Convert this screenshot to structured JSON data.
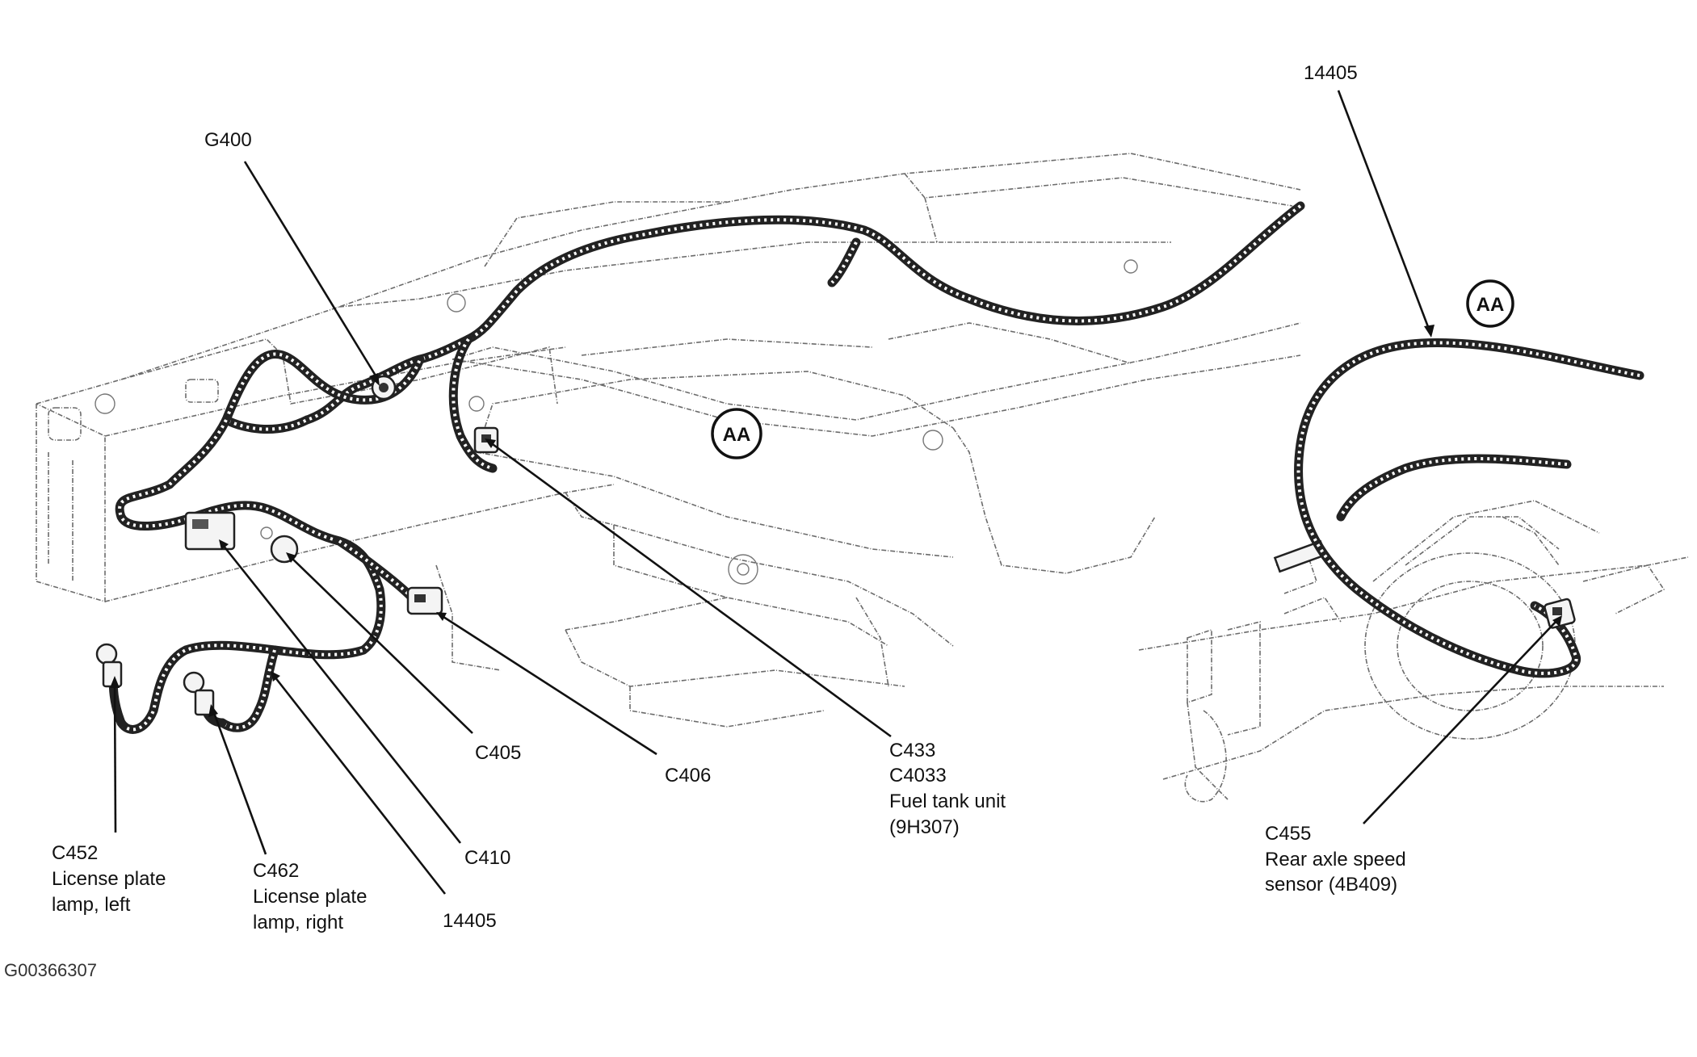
{
  "labels": {
    "g400": "G400",
    "c405": "C405",
    "c406": "C406",
    "c410": "C410",
    "c433": "C433",
    "c4033": "C4033",
    "fuel_tank_unit": "Fuel tank unit",
    "fuel_tank_part": "(9H307)",
    "c452": "C452",
    "c452_desc_1": "License plate",
    "c452_desc_2": "lamp, left",
    "c462": "C462",
    "c462_desc_1": "License plate",
    "c462_desc_2": "lamp, right",
    "harness_bottom": "14405",
    "harness_top": "14405",
    "c455": "C455",
    "c455_desc_1": "Rear axle speed",
    "c455_desc_2": "sensor (4B409)",
    "detail_marker_main": "AA",
    "detail_marker_inset": "AA",
    "figure_id": "G00366307"
  }
}
